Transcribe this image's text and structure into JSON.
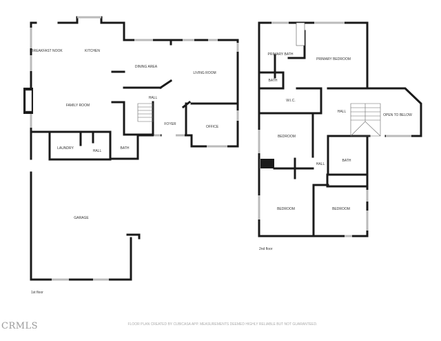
{
  "first_floor": {
    "label": "1st floor",
    "rooms": [
      "BREAKFAST NOOK",
      "KITCHEN",
      "DINING AREA",
      "LIVING ROOM",
      "HALL",
      "FAMILY ROOM",
      "FOYER",
      "OFFICE",
      "LAUNDRY",
      "HALL",
      "BATH",
      "GARAGE"
    ]
  },
  "second_floor": {
    "label": "2nd floor",
    "rooms": [
      "PRIMARY BATH",
      "PRIMARY BEDROOM",
      "BATH",
      "W.I.C.",
      "HALL",
      "OPEN TO BELOW",
      "BEDROOM",
      "HALL",
      "BATH",
      "BEDROOM",
      "BEDROOM"
    ]
  },
  "footer": {
    "disclaimer": "FLOOR PLAN CREATED BY CUBICASA APP. MEASUREMENTS DEEMED HIGHLY RELIABLE BUT NOT GUARANTEED.",
    "logo": "CRMLS"
  }
}
